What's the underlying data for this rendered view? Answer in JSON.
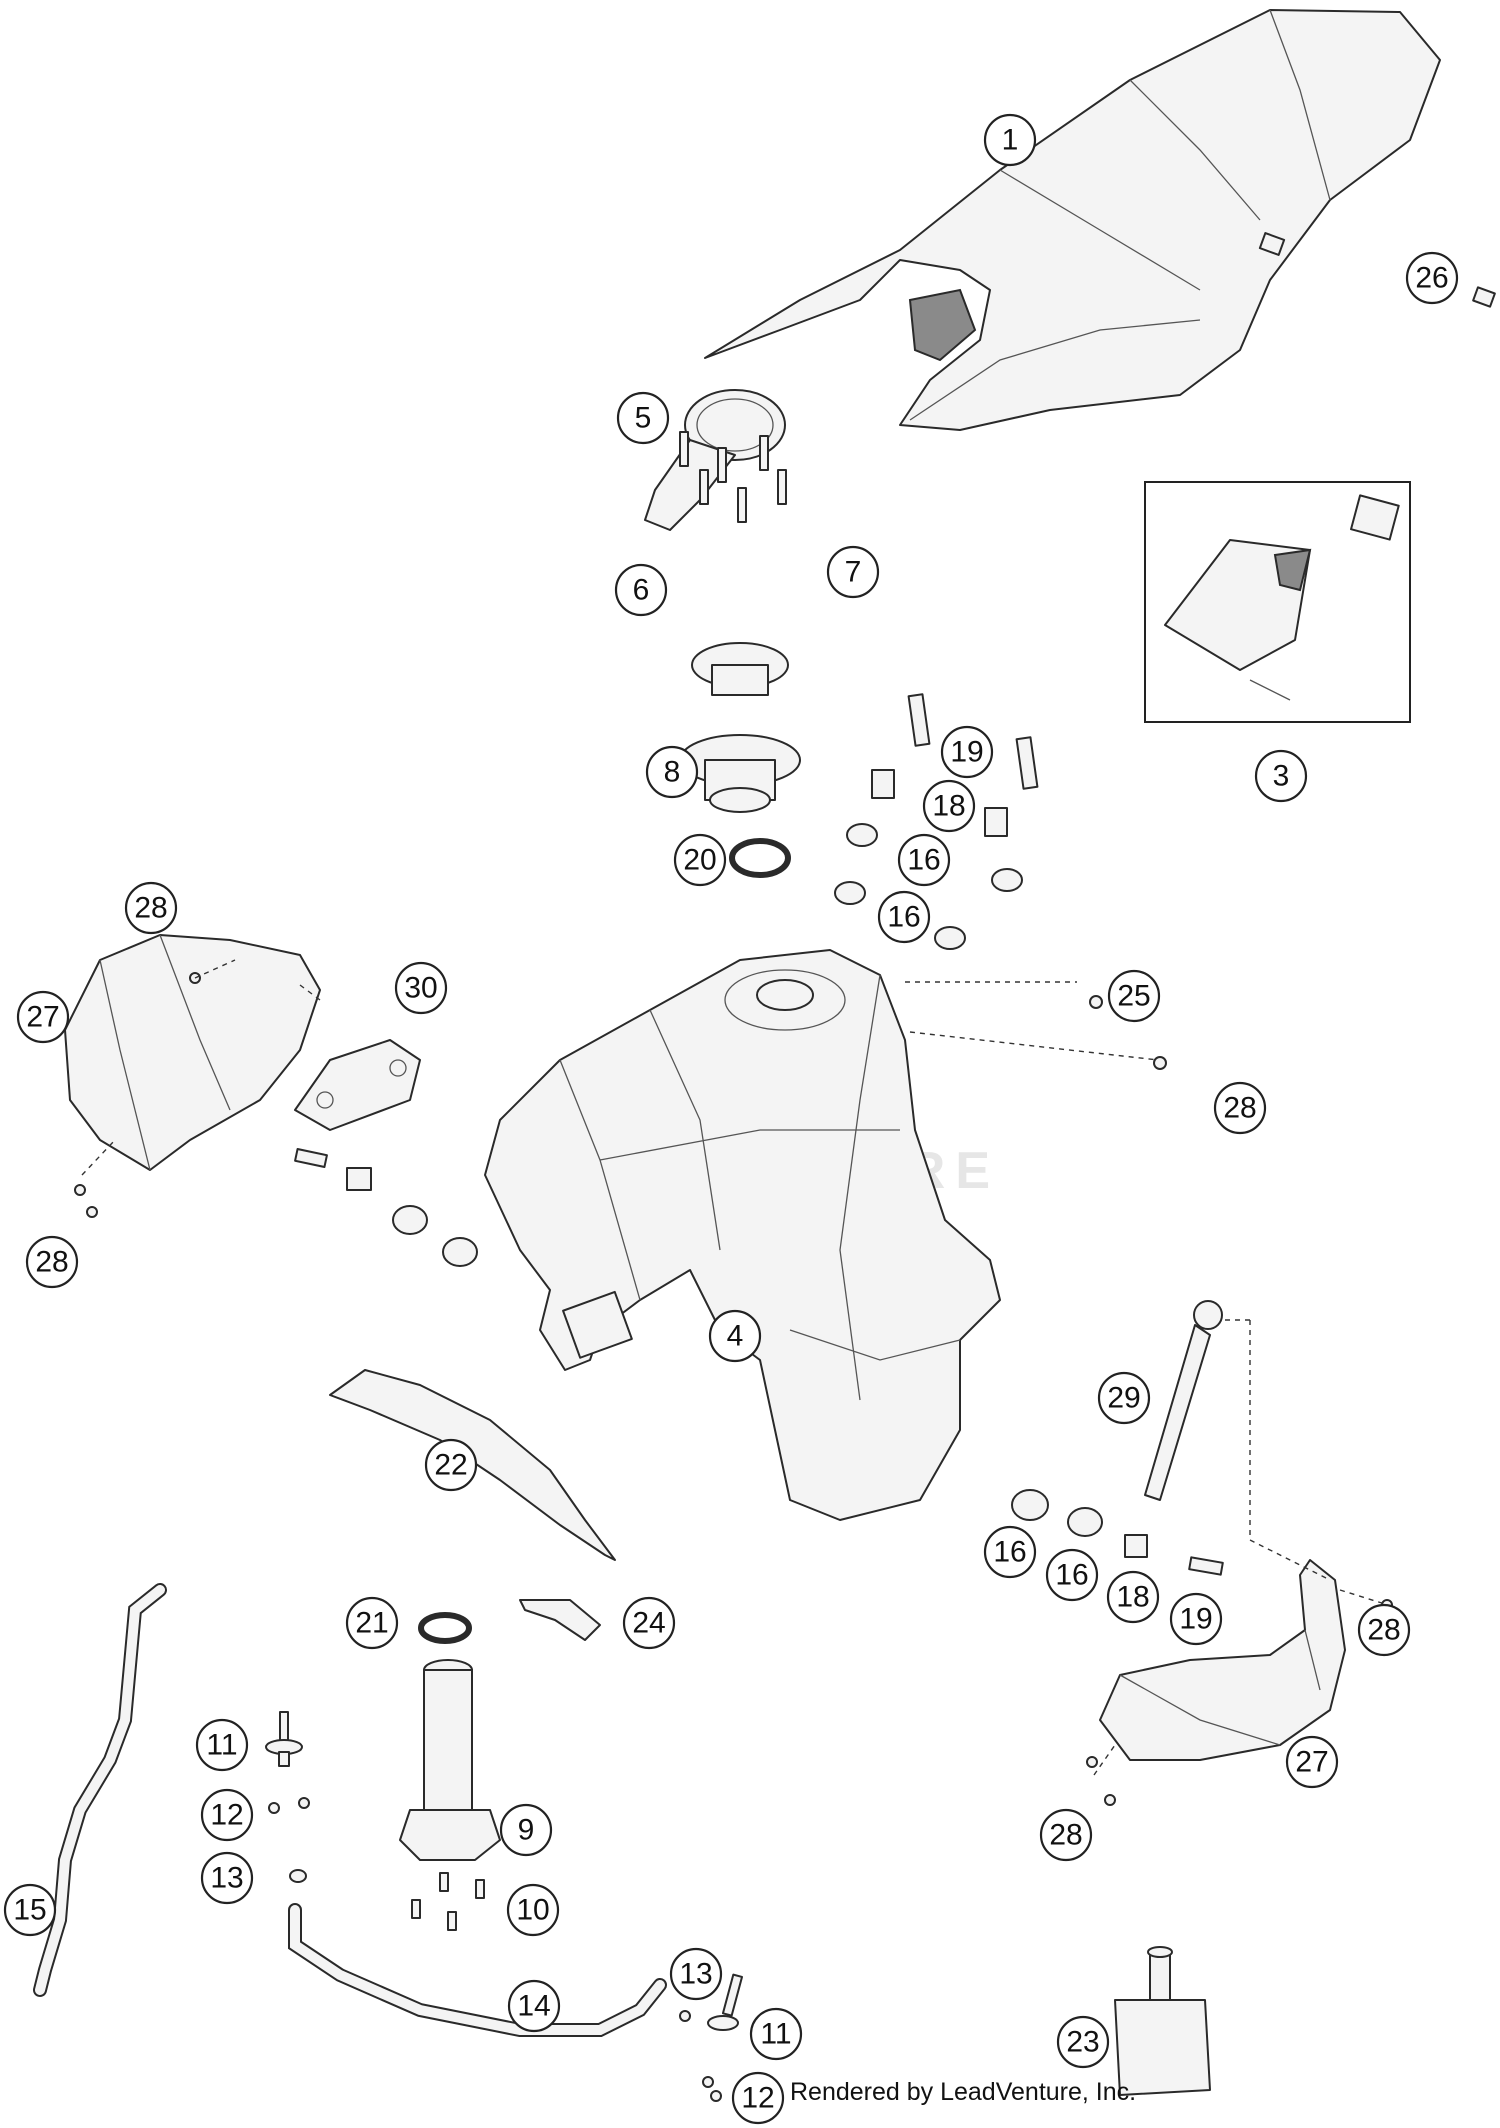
{
  "watermark": "LEADVENTURE",
  "credit": "Rendered by LeadVenture, Inc.",
  "callouts": [
    {
      "label": "1"
    },
    {
      "label": "26"
    },
    {
      "label": "5"
    },
    {
      "label": "6"
    },
    {
      "label": "7"
    },
    {
      "label": "3"
    },
    {
      "label": "8"
    },
    {
      "label": "19"
    },
    {
      "label": "18"
    },
    {
      "label": "20"
    },
    {
      "label": "16"
    },
    {
      "label": "16"
    },
    {
      "label": "28"
    },
    {
      "label": "30"
    },
    {
      "label": "27"
    },
    {
      "label": "25"
    },
    {
      "label": "28"
    },
    {
      "label": "28"
    },
    {
      "label": "4"
    },
    {
      "label": "29"
    },
    {
      "label": "22"
    },
    {
      "label": "16"
    },
    {
      "label": "16"
    },
    {
      "label": "18"
    },
    {
      "label": "19"
    },
    {
      "label": "28"
    },
    {
      "label": "21"
    },
    {
      "label": "24"
    },
    {
      "label": "11"
    },
    {
      "label": "27"
    },
    {
      "label": "12"
    },
    {
      "label": "9"
    },
    {
      "label": "13"
    },
    {
      "label": "28"
    },
    {
      "label": "10"
    },
    {
      "label": "15"
    },
    {
      "label": "13"
    },
    {
      "label": "14"
    },
    {
      "label": "11"
    },
    {
      "label": "23"
    },
    {
      "label": "12"
    }
  ]
}
